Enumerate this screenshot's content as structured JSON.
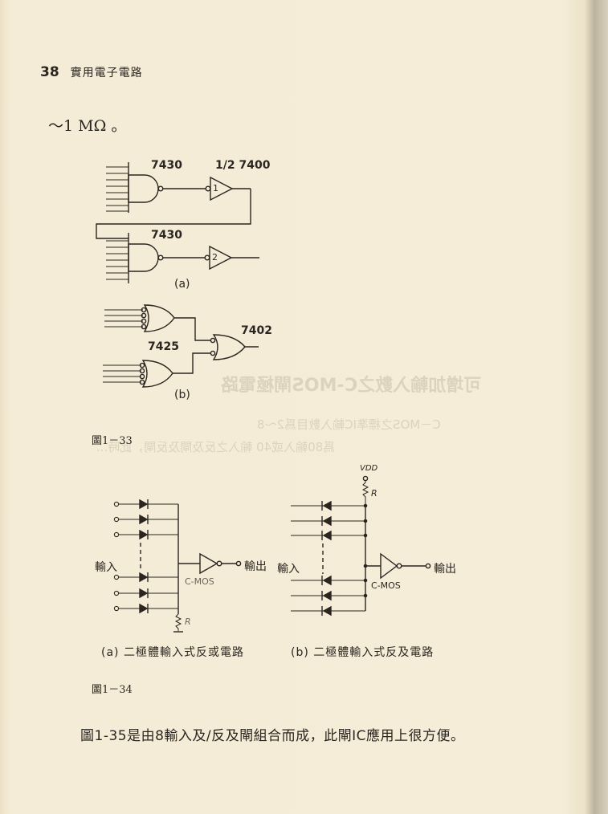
{
  "header": {
    "page_number": "38",
    "book_title": "實用電子電路"
  },
  "top_text": "～1 MΩ 。",
  "figure_1_33": {
    "label": "圖1－33",
    "part_a": {
      "sub_label": "(a)",
      "gate1_chip": "7430",
      "gate2_chip": "7430",
      "inverter_chip": "1/2 7400",
      "inverter1_number": "1",
      "inverter2_number": "2"
    },
    "part_b": {
      "sub_label": "(b)",
      "input_chip": "7425",
      "output_chip": "7402"
    }
  },
  "figure_1_34": {
    "label": "圖1－34",
    "part_a": {
      "caption": "(a) 二極體輸入式反或電路",
      "input_label": "輸入",
      "output_label": "輸出",
      "gate_label": "C-MOS",
      "resistor_label": "R"
    },
    "part_b": {
      "caption": "(b) 二極體輸入式反及電路",
      "input_label": "輸入",
      "output_label": "輸出",
      "gate_label": "C-MOS",
      "resistor_label": "R",
      "supply_label": "VDD"
    }
  },
  "body_text": "圖1-35是由8輸入及/反及閘組合而成，此閘IC應用上很方便。",
  "bleed_through": {
    "heading": "可增加輸入數之C-MOS閘極電路",
    "line1": "C－MOS之標準IC輸入數目爲2～8",
    "line2": "爲80輸入或40 輸入之反及閘及反閘，此時..."
  }
}
